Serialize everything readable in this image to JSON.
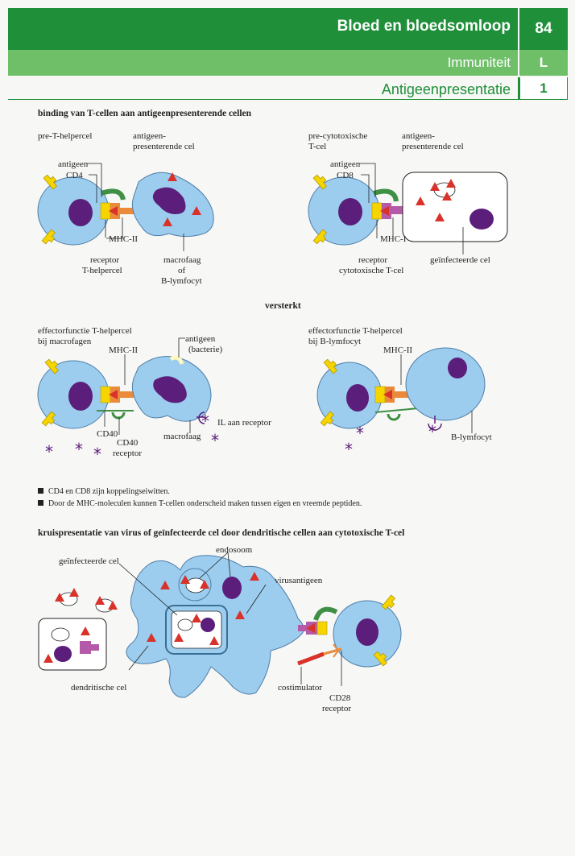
{
  "header": {
    "title": "Bloed en bloedsomloop",
    "chapter_number": "84",
    "subtitle": "Immuniteit",
    "letter": "L",
    "topic": "Antigeenpresentatie",
    "topic_number": "1"
  },
  "section1": {
    "heading": "binding van T-cellen aan antigeenpresenterende cellen",
    "left": {
      "cell1_label": "pre-T-helpercel",
      "cell2_label_1": "antigeen-",
      "cell2_label_2": "presenterende cel",
      "antigeen": "antigeen",
      "cd4": "CD4",
      "mhc": "MHC-II",
      "receptor_1": "receptor",
      "receptor_2": "T-helpercel",
      "macro_1": "macrofaag",
      "macro_2": "of",
      "macro_3": "B-lymfocyt"
    },
    "right": {
      "cell1_label_1": "pre-cytotoxische",
      "cell1_label_2": "T-cel",
      "cell2_label_1": "antigeen-",
      "cell2_label_2": "presenterende cel",
      "antigeen": "antigeen",
      "cd8": "CD8",
      "mhc": "MHC-I",
      "receptor_1": "receptor",
      "receptor_2": "cytotoxische T-cel",
      "infected": "geïnfecteerde cel"
    }
  },
  "section2": {
    "heading": "versterkt",
    "left": {
      "title_1": "effectorfunctie T-helpercel",
      "title_2": "bij macrofagen",
      "mhc": "MHC-II",
      "antigeen_1": "antigeen",
      "antigeen_2": "(bacterie)",
      "cd40": "CD40",
      "cd40r_1": "CD40",
      "cd40r_2": "receptor",
      "macrofaag": "macrofaag",
      "il": "IL aan receptor"
    },
    "right": {
      "title_1": "effectorfunctie T-helpercel",
      "title_2": "bij B-lymfocyt",
      "mhc": "MHC-II",
      "blym": "B-lymfocyt"
    }
  },
  "notes": [
    "CD4 en CD8 zijn koppelingseiwitten.",
    "Door de MHC-moleculen kunnen T-cellen onderscheid maken tussen eigen en vreemde peptiden."
  ],
  "section3": {
    "heading": "kruispresentatie van virus of geïnfecteerde cel door dendritische cellen aan cytotoxische T-cel",
    "endosoom": "endosoom",
    "infected": "geïnfecteerde cel",
    "virusantigeen": "virusantigeen",
    "dendritic": "dendritische cel",
    "costimulator": "costimulator",
    "cd28_1": "CD28",
    "cd28_2": "receptor"
  },
  "colors": {
    "header_dark": "#1f8f3a",
    "header_light": "#6fbf69",
    "cell_blue": "#9ccdee",
    "nucleus": "#5b1e7a",
    "antigen_red": "#d8322a",
    "receptor_yellow": "#f5d400",
    "mhc_orange": "#ea8a3a",
    "cd4_green": "#3f8f45",
    "mhc1_magenta": "#b45aa8"
  }
}
